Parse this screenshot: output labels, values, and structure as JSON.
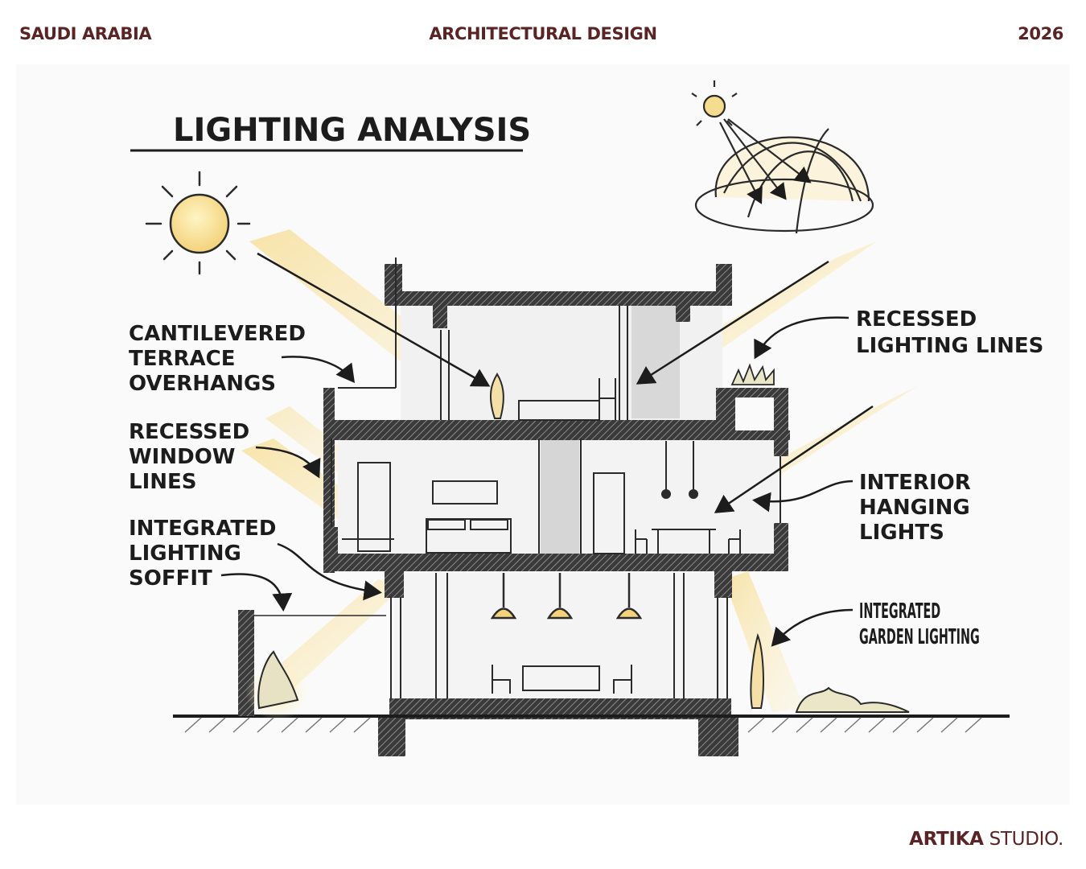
{
  "header": {
    "left": "SAUDI ARABIA",
    "center": "ARCHITECTURAL DESIGN",
    "right": "2026"
  },
  "diagram": {
    "title": "LIGHTING ANALYSIS",
    "labels": {
      "cantilever": [
        "CANTILEVERED",
        "TERRACE",
        "OVERHANGS"
      ],
      "window": [
        "RECESSED",
        "WINDOW",
        "LINES"
      ],
      "soffit": [
        "INTEGRATED",
        "LIGHTING",
        "SOFFIT"
      ],
      "recessed_lighting": [
        "RECESSED",
        "LIGHTING LINES"
      ],
      "hanging": [
        "INTERIOR",
        "HANGING",
        "LIGHTS"
      ],
      "garden": [
        "INTEGRATED",
        "GARDEN LIGHTING"
      ]
    }
  },
  "footer": {
    "brand_bold": "ARTIKA",
    "brand_light": " STUDIO."
  },
  "colors": {
    "brand": "#5a2424",
    "light_glow": "#f7e0a0",
    "ink": "#1c1c1c"
  },
  "icons": [
    "sun-icon",
    "sun-path-dome-icon",
    "pendant-lamp-icon",
    "shrub-icon"
  ]
}
